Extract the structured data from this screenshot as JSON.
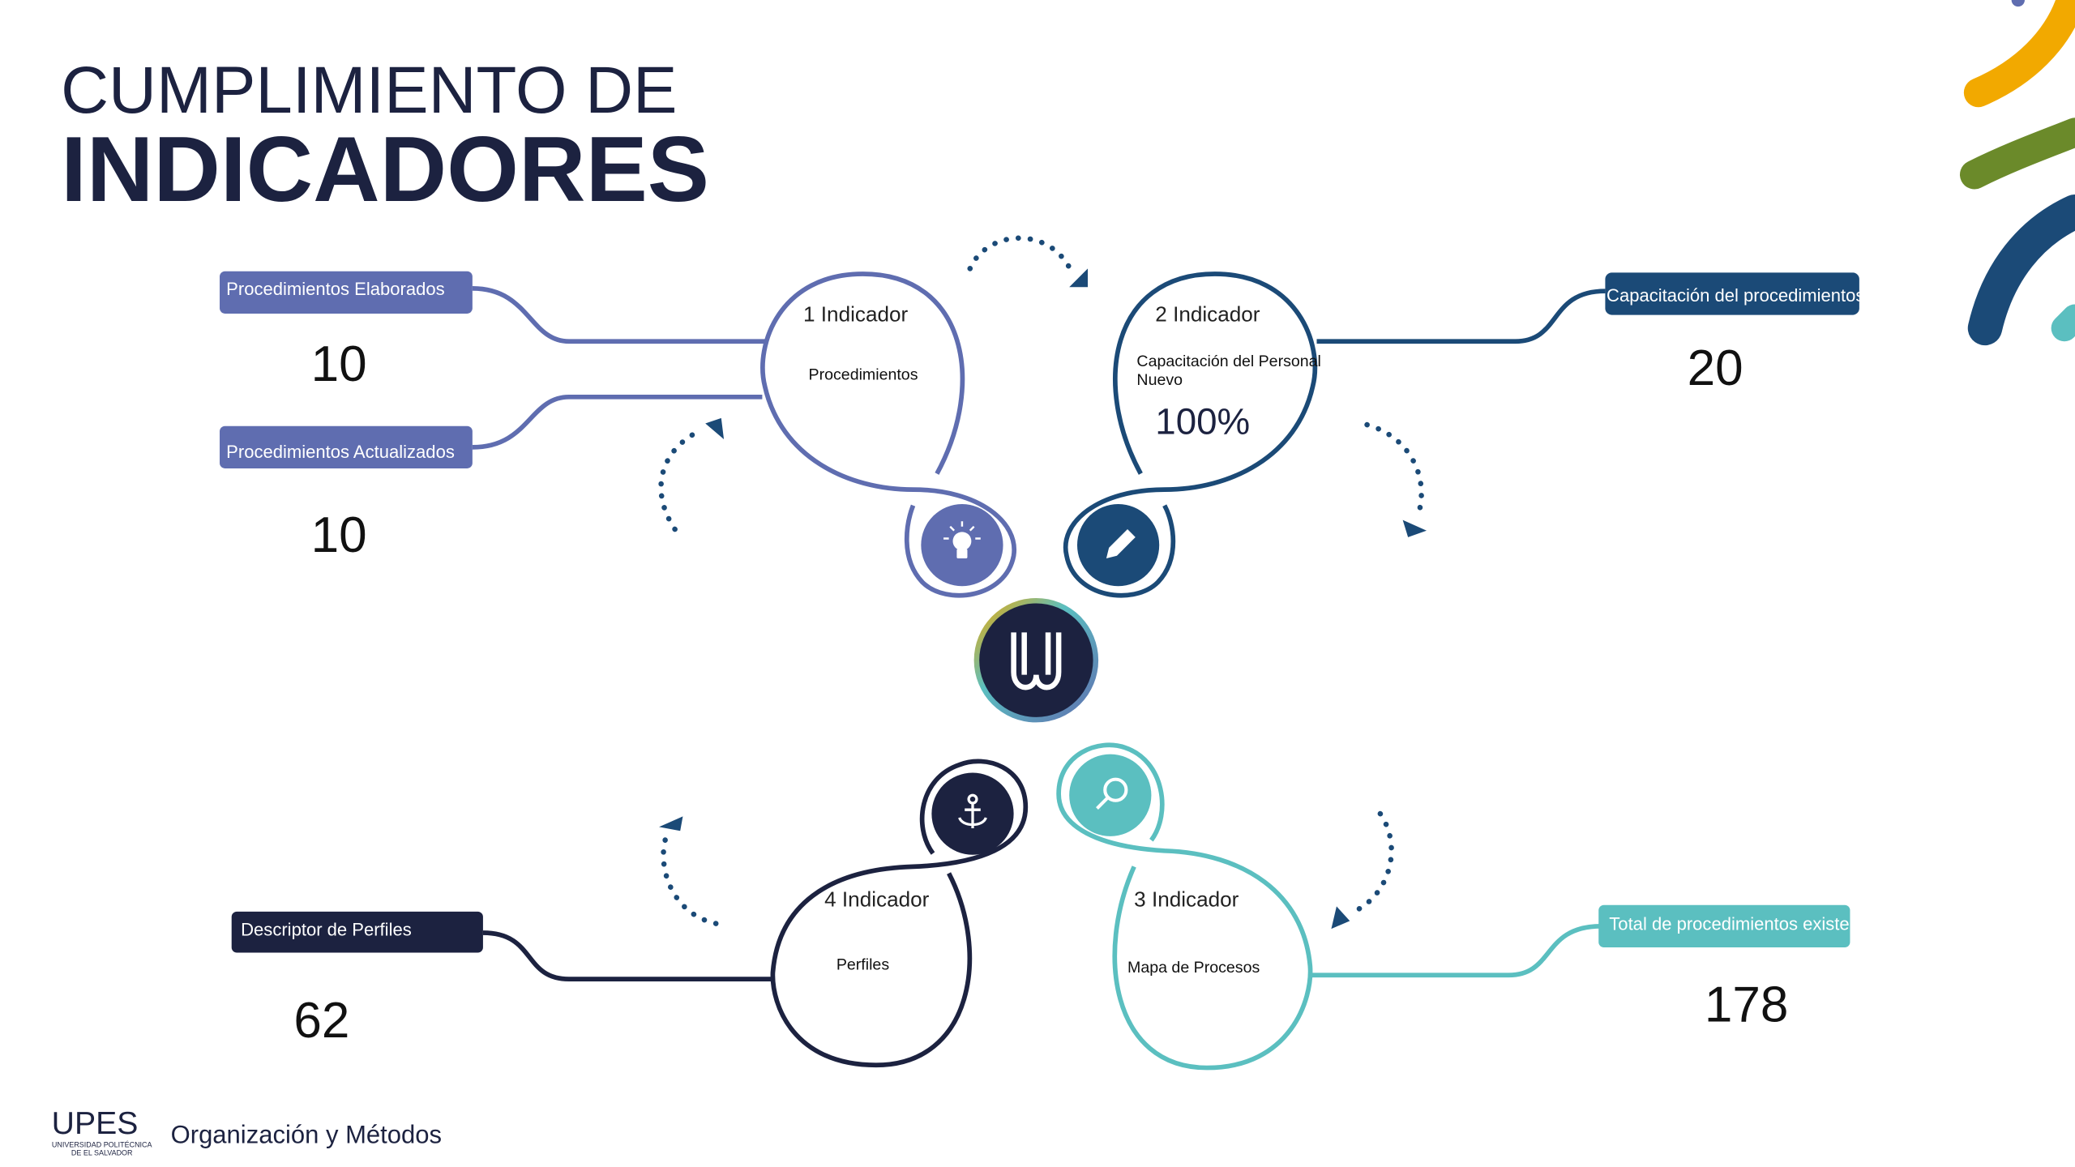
{
  "title": {
    "line1": "CUMPLIMIENTO DE",
    "line2": "INDICADORES"
  },
  "colors": {
    "navy": "#1c2240",
    "indigo": "#5f6db0",
    "blue": "#1b4a77",
    "teal": "#5bbfc0",
    "orange": "#f2a900",
    "olive": "#6b8a2a"
  },
  "indicators": [
    {
      "title": "1 Indicador",
      "subtitle": "Procedimientos",
      "icon": "lightbulb-icon"
    },
    {
      "title": "2 Indicador",
      "subtitle_line1": "Capacitación del Personal",
      "subtitle_line2": "Nuevo",
      "value": "100%",
      "icon": "pencil-icon"
    },
    {
      "title": "3 Indicador",
      "subtitle": "Mapa de Procesos",
      "icon": "search-icon"
    },
    {
      "title": "4 Indicador",
      "subtitle": "Perfiles",
      "icon": "anchor-icon"
    }
  ],
  "metrics": [
    {
      "label": "Procedimientos Elaborados",
      "value": "10"
    },
    {
      "label": "Procedimientos Actualizados",
      "value": "10"
    },
    {
      "label": "Capacitación del procedimientos",
      "value": "20"
    },
    {
      "label": "Total de procedimientos existentes",
      "value": "178"
    },
    {
      "label": "Descriptor de Perfiles",
      "value": "62"
    }
  ],
  "footer": {
    "logo_text": "UPES",
    "logo_sub1": "UNIVERSIDAD POLITÉCNICA",
    "logo_sub2": "DE EL SALVADOR",
    "department": "Organización y Métodos"
  }
}
